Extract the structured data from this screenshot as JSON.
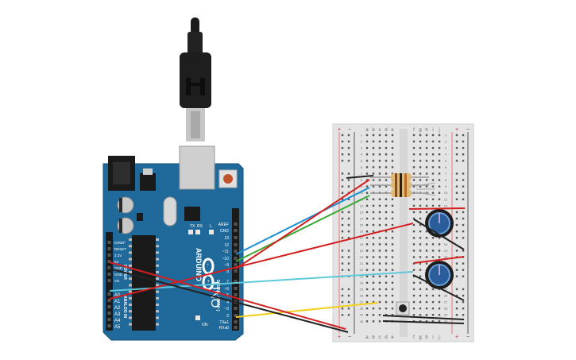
{
  "arduino": {
    "header_labels": [
      "AREF",
      "GND"
    ],
    "digital_pins": [
      "13",
      "12",
      "~11",
      "~10",
      "~9",
      "8",
      "7",
      "~6",
      "~5",
      "4",
      "~3",
      "2",
      "TX▸1",
      "RX◂0"
    ],
    "power_pins": [
      "IOREF",
      "RESET",
      "3.3V",
      "5V",
      "GND",
      "GND",
      "Vin"
    ],
    "analog_pins": [
      "A0",
      "A1",
      "A2",
      "A3",
      "A4",
      "A5"
    ],
    "board_text": {
      "brand": "ARDUINO",
      "model": "UNO",
      "digital_label": "DIGITAL (PWM~)",
      "analog_label": "ANALOG IN",
      "power_label": "POWER",
      "led_l": "L",
      "led_tx": "TX",
      "led_rx": "RX",
      "on_label": "ON"
    }
  },
  "breadboard": {
    "column_letters_left": [
      "a",
      "b",
      "c",
      "d",
      "e"
    ],
    "column_letters_right": [
      "f",
      "g",
      "h",
      "i",
      "j"
    ],
    "rows": 30,
    "rail_plus": "+",
    "rail_minus": "−"
  },
  "colors": {
    "board": "#1f6a9a",
    "breadboard": "#e4e4e4",
    "wire_red": "#d42020",
    "wire_blue": "#1a8fd1",
    "wire_green": "#3aa935",
    "wire_cyan": "#5ec8d8",
    "wire_yellow": "#f2d013",
    "wire_black": "#222222",
    "pot_knob": "#2b5d9a"
  },
  "icons": {
    "usb_plug": "usb-plug-icon",
    "power_jack": "power-jack-icon",
    "reset_button": "reset-button-icon",
    "arduino_logo": "arduino-logo-icon"
  }
}
